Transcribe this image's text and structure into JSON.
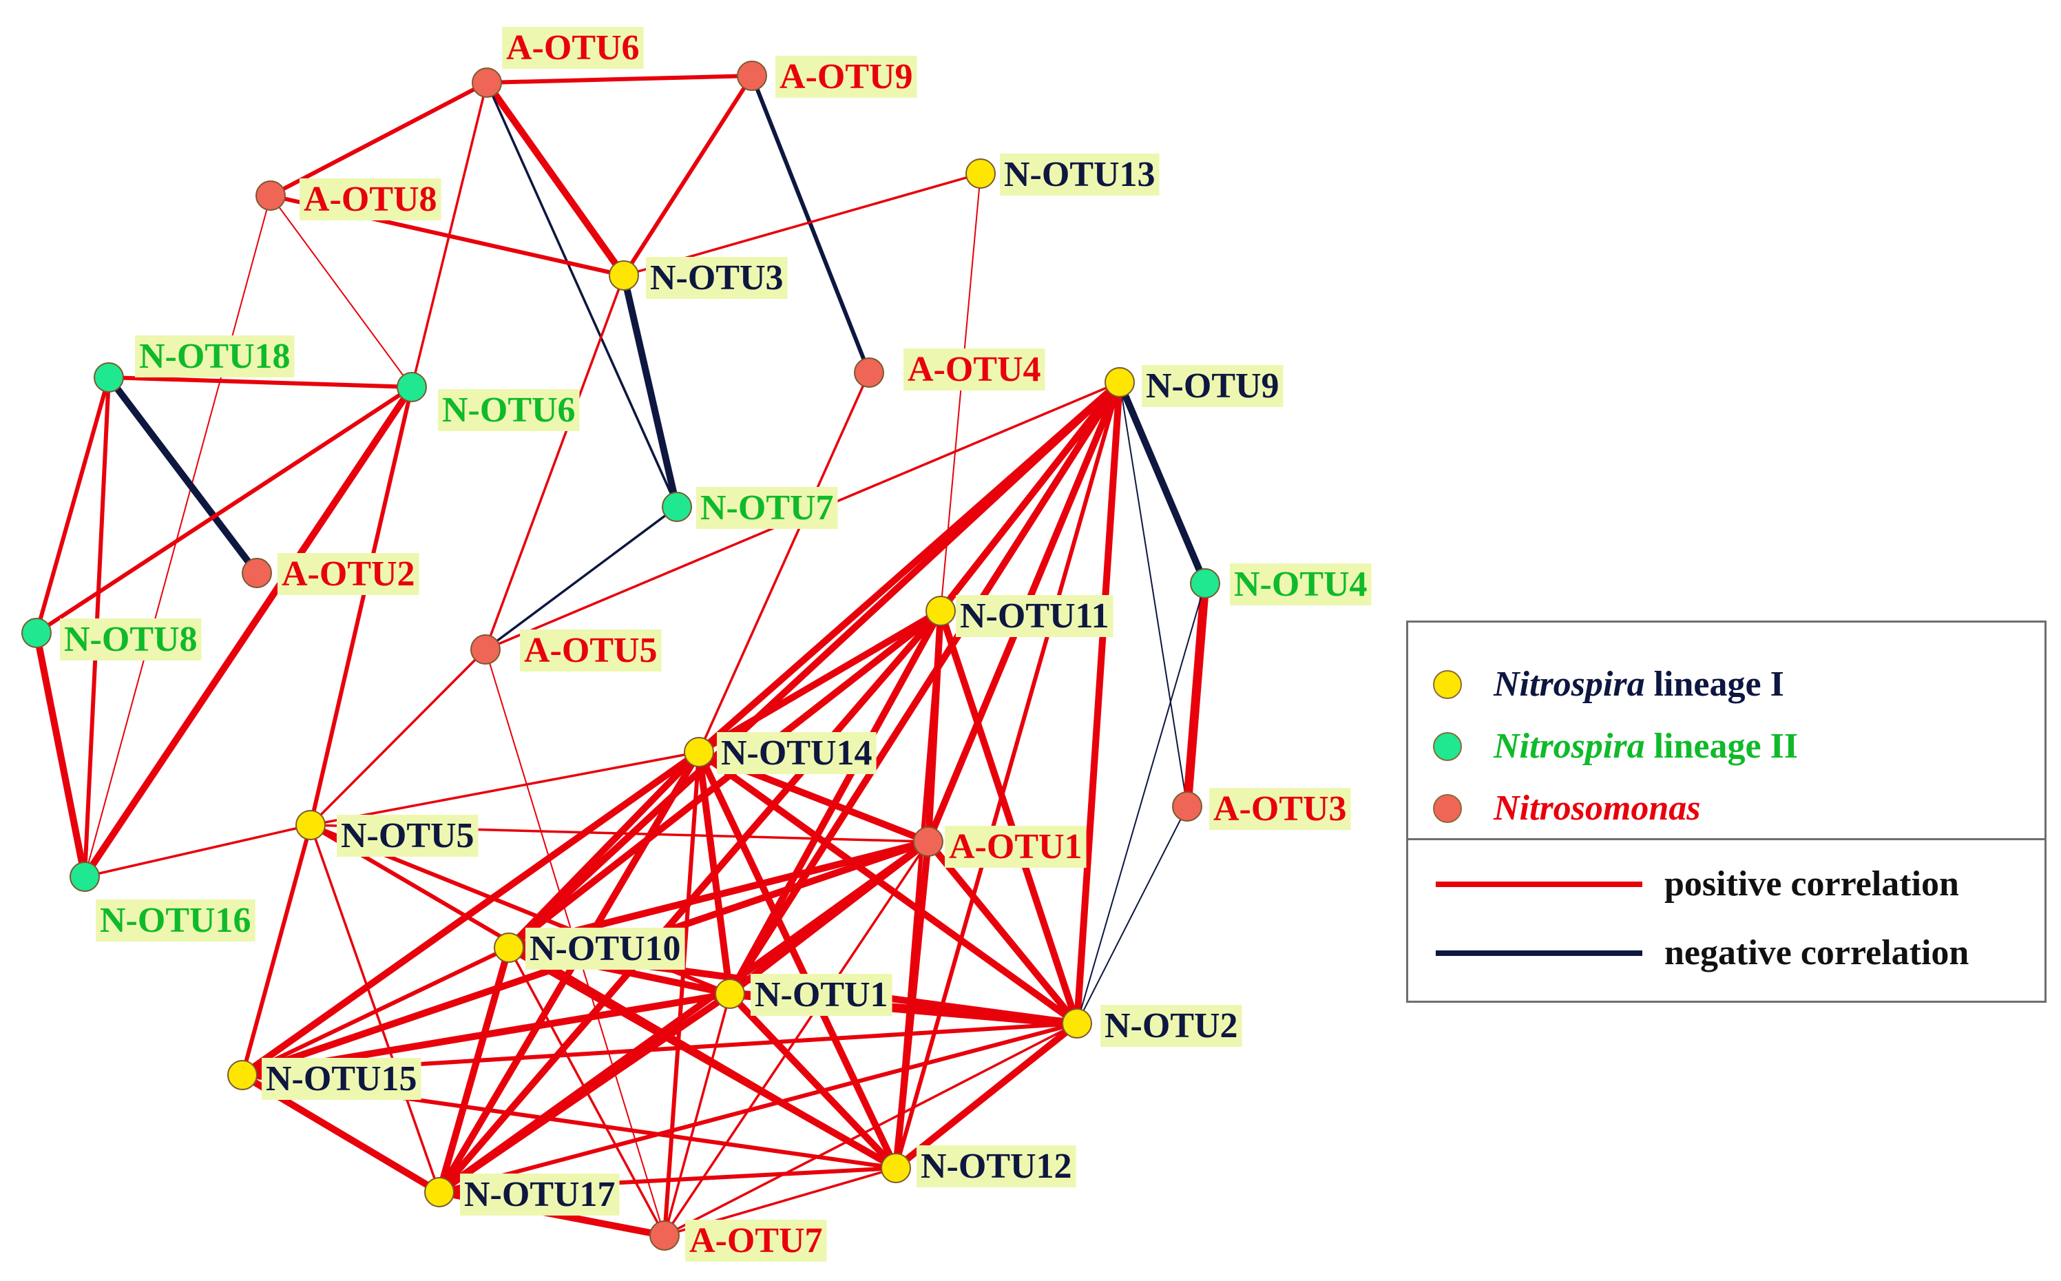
{
  "colors": {
    "lineage_I": "#ffe600",
    "lineage_II": "#1fe890",
    "nitrosomonas": "#f06656",
    "positive": "#e8000b",
    "negative": "#0d1740",
    "label_bg": "#eef7b0"
  },
  "nodes": [
    {
      "id": "A-OTU6",
      "group": "nitrosomonas"
    },
    {
      "id": "A-OTU9",
      "group": "nitrosomonas"
    },
    {
      "id": "A-OTU8",
      "group": "nitrosomonas"
    },
    {
      "id": "N-OTU13",
      "group": "lineage_I"
    },
    {
      "id": "N-OTU3",
      "group": "lineage_I"
    },
    {
      "id": "N-OTU18",
      "group": "lineage_II"
    },
    {
      "id": "N-OTU6",
      "group": "lineage_II"
    },
    {
      "id": "A-OTU4",
      "group": "nitrosomonas"
    },
    {
      "id": "N-OTU9",
      "group": "lineage_I"
    },
    {
      "id": "N-OTU7",
      "group": "lineage_II"
    },
    {
      "id": "A-OTU2",
      "group": "nitrosomonas"
    },
    {
      "id": "N-OTU4",
      "group": "lineage_II"
    },
    {
      "id": "N-OTU8",
      "group": "lineage_II"
    },
    {
      "id": "N-OTU11",
      "group": "lineage_I"
    },
    {
      "id": "A-OTU5",
      "group": "nitrosomonas"
    },
    {
      "id": "N-OTU14",
      "group": "lineage_I"
    },
    {
      "id": "A-OTU3",
      "group": "nitrosomonas"
    },
    {
      "id": "N-OTU5",
      "group": "lineage_I"
    },
    {
      "id": "A-OTU1",
      "group": "nitrosomonas"
    },
    {
      "id": "N-OTU16",
      "group": "lineage_II"
    },
    {
      "id": "N-OTU10",
      "group": "lineage_I"
    },
    {
      "id": "N-OTU1",
      "group": "lineage_I"
    },
    {
      "id": "N-OTU2",
      "group": "lineage_I"
    },
    {
      "id": "N-OTU15",
      "group": "lineage_I"
    },
    {
      "id": "N-OTU12",
      "group": "lineage_I"
    },
    {
      "id": "N-OTU17",
      "group": "lineage_I"
    },
    {
      "id": "A-OTU7",
      "group": "nitrosomonas"
    }
  ],
  "edges": [
    {
      "source": "A-OTU6",
      "target": "A-OTU9",
      "sign": "positive",
      "strength": 2
    },
    {
      "source": "A-OTU6",
      "target": "A-OTU8",
      "sign": "positive",
      "strength": 2
    },
    {
      "source": "A-OTU6",
      "target": "N-OTU3",
      "sign": "positive",
      "strength": 3
    },
    {
      "source": "A-OTU6",
      "target": "N-OTU6",
      "sign": "positive",
      "strength": 1
    },
    {
      "source": "A-OTU6",
      "target": "N-OTU7",
      "sign": "negative",
      "strength": 1
    },
    {
      "source": "A-OTU9",
      "target": "N-OTU3",
      "sign": "positive",
      "strength": 2
    },
    {
      "source": "A-OTU9",
      "target": "A-OTU4",
      "sign": "negative",
      "strength": 2
    },
    {
      "source": "A-OTU8",
      "target": "N-OTU3",
      "sign": "positive",
      "strength": 2
    },
    {
      "source": "A-OTU8",
      "target": "N-OTU6",
      "sign": "positive",
      "strength": 0.5
    },
    {
      "source": "A-OTU8",
      "target": "N-OTU16",
      "sign": "positive",
      "strength": 0.5
    },
    {
      "source": "N-OTU13",
      "target": "N-OTU3",
      "sign": "positive",
      "strength": 1
    },
    {
      "source": "N-OTU13",
      "target": "N-OTU11",
      "sign": "positive",
      "strength": 0.5
    },
    {
      "source": "N-OTU3",
      "target": "N-OTU7",
      "sign": "negative",
      "strength": 3
    },
    {
      "source": "N-OTU3",
      "target": "A-OTU5",
      "sign": "positive",
      "strength": 1
    },
    {
      "source": "N-OTU18",
      "target": "N-OTU6",
      "sign": "positive",
      "strength": 2
    },
    {
      "source": "N-OTU18",
      "target": "A-OTU2",
      "sign": "negative",
      "strength": 3
    },
    {
      "source": "N-OTU18",
      "target": "N-OTU8",
      "sign": "positive",
      "strength": 2
    },
    {
      "source": "N-OTU18",
      "target": "N-OTU16",
      "sign": "positive",
      "strength": 2
    },
    {
      "source": "N-OTU6",
      "target": "N-OTU8",
      "sign": "positive",
      "strength": 2
    },
    {
      "source": "N-OTU6",
      "target": "N-OTU16",
      "sign": "positive",
      "strength": 3
    },
    {
      "source": "N-OTU6",
      "target": "N-OTU5",
      "sign": "positive",
      "strength": 2
    },
    {
      "source": "N-OTU8",
      "target": "N-OTU16",
      "sign": "positive",
      "strength": 3
    },
    {
      "source": "A-OTU4",
      "target": "N-OTU14",
      "sign": "positive",
      "strength": 1
    },
    {
      "source": "N-OTU9",
      "target": "N-OTU4",
      "sign": "negative",
      "strength": 3
    },
    {
      "source": "N-OTU9",
      "target": "A-OTU3",
      "sign": "negative",
      "strength": 0.5
    },
    {
      "source": "N-OTU9",
      "target": "N-OTU2",
      "sign": "positive",
      "strength": 3
    },
    {
      "source": "N-OTU9",
      "target": "N-OTU11",
      "sign": "positive",
      "strength": 3
    },
    {
      "source": "N-OTU9",
      "target": "N-OTU14",
      "sign": "positive",
      "strength": 3
    },
    {
      "source": "N-OTU9",
      "target": "A-OTU1",
      "sign": "positive",
      "strength": 3
    },
    {
      "source": "N-OTU9",
      "target": "N-OTU10",
      "sign": "positive",
      "strength": 3
    },
    {
      "source": "N-OTU9",
      "target": "N-OTU1",
      "sign": "positive",
      "strength": 3
    },
    {
      "source": "N-OTU9",
      "target": "N-OTU12",
      "sign": "positive",
      "strength": 2
    },
    {
      "source": "N-OTU9",
      "target": "A-OTU5",
      "sign": "positive",
      "strength": 1
    },
    {
      "source": "N-OTU7",
      "target": "A-OTU5",
      "sign": "negative",
      "strength": 1
    },
    {
      "source": "N-OTU4",
      "target": "A-OTU3",
      "sign": "positive",
      "strength": 4
    },
    {
      "source": "N-OTU4",
      "target": "N-OTU2",
      "sign": "negative",
      "strength": 0.5
    },
    {
      "source": "N-OTU11",
      "target": "N-OTU14",
      "sign": "positive",
      "strength": 3
    },
    {
      "source": "N-OTU11",
      "target": "A-OTU1",
      "sign": "positive",
      "strength": 3
    },
    {
      "source": "N-OTU11",
      "target": "N-OTU10",
      "sign": "positive",
      "strength": 3
    },
    {
      "source": "N-OTU11",
      "target": "N-OTU1",
      "sign": "positive",
      "strength": 3
    },
    {
      "source": "N-OTU11",
      "target": "N-OTU2",
      "sign": "positive",
      "strength": 3
    },
    {
      "source": "N-OTU11",
      "target": "N-OTU17",
      "sign": "positive",
      "strength": 3
    },
    {
      "source": "N-OTU11",
      "target": "N-OTU12",
      "sign": "positive",
      "strength": 2
    },
    {
      "source": "A-OTU5",
      "target": "N-OTU5",
      "sign": "positive",
      "strength": 1
    },
    {
      "source": "A-OTU5",
      "target": "A-OTU7",
      "sign": "positive",
      "strength": 0.5
    },
    {
      "source": "A-OTU3",
      "target": "N-OTU2",
      "sign": "negative",
      "strength": 0.5
    },
    {
      "source": "N-OTU14",
      "target": "N-OTU5",
      "sign": "positive",
      "strength": 1
    },
    {
      "source": "N-OTU14",
      "target": "A-OTU1",
      "sign": "positive",
      "strength": 3
    },
    {
      "source": "N-OTU14",
      "target": "N-OTU10",
      "sign": "positive",
      "strength": 3
    },
    {
      "source": "N-OTU14",
      "target": "N-OTU1",
      "sign": "positive",
      "strength": 3
    },
    {
      "source": "N-OTU14",
      "target": "N-OTU2",
      "sign": "positive",
      "strength": 3
    },
    {
      "source": "N-OTU14",
      "target": "N-OTU15",
      "sign": "positive",
      "strength": 3
    },
    {
      "source": "N-OTU14",
      "target": "N-OTU17",
      "sign": "positive",
      "strength": 3
    },
    {
      "source": "N-OTU14",
      "target": "N-OTU12",
      "sign": "positive",
      "strength": 3
    },
    {
      "source": "N-OTU14",
      "target": "A-OTU7",
      "sign": "positive",
      "strength": 2
    },
    {
      "source": "N-OTU5",
      "target": "A-OTU1",
      "sign": "positive",
      "strength": 1
    },
    {
      "source": "N-OTU5",
      "target": "N-OTU16",
      "sign": "positive",
      "strength": 1
    },
    {
      "source": "N-OTU5",
      "target": "N-OTU15",
      "sign": "positive",
      "strength": 2
    },
    {
      "source": "N-OTU5",
      "target": "N-OTU17",
      "sign": "positive",
      "strength": 1
    },
    {
      "source": "N-OTU5",
      "target": "N-OTU1",
      "sign": "positive",
      "strength": 2
    },
    {
      "source": "N-OTU5",
      "target": "N-OTU12",
      "sign": "positive",
      "strength": 2
    },
    {
      "source": "A-OTU1",
      "target": "N-OTU10",
      "sign": "positive",
      "strength": 3
    },
    {
      "source": "A-OTU1",
      "target": "N-OTU1",
      "sign": "positive",
      "strength": 3
    },
    {
      "source": "A-OTU1",
      "target": "N-OTU2",
      "sign": "positive",
      "strength": 3
    },
    {
      "source": "A-OTU1",
      "target": "N-OTU15",
      "sign": "positive",
      "strength": 3
    },
    {
      "source": "A-OTU1",
      "target": "N-OTU17",
      "sign": "positive",
      "strength": 3
    },
    {
      "source": "A-OTU1",
      "target": "N-OTU12",
      "sign": "positive",
      "strength": 3
    },
    {
      "source": "A-OTU1",
      "target": "A-OTU7",
      "sign": "positive",
      "strength": 1
    },
    {
      "source": "N-OTU10",
      "target": "N-OTU1",
      "sign": "positive",
      "strength": 3
    },
    {
      "source": "N-OTU10",
      "target": "N-OTU2",
      "sign": "positive",
      "strength": 3
    },
    {
      "source": "N-OTU10",
      "target": "N-OTU15",
      "sign": "positive",
      "strength": 2
    },
    {
      "source": "N-OTU10",
      "target": "N-OTU17",
      "sign": "positive",
      "strength": 3
    },
    {
      "source": "N-OTU10",
      "target": "N-OTU12",
      "sign": "positive",
      "strength": 3
    },
    {
      "source": "N-OTU10",
      "target": "A-OTU7",
      "sign": "positive",
      "strength": 1
    },
    {
      "source": "N-OTU1",
      "target": "N-OTU2",
      "sign": "positive",
      "strength": 4
    },
    {
      "source": "N-OTU1",
      "target": "N-OTU15",
      "sign": "positive",
      "strength": 3
    },
    {
      "source": "N-OTU1",
      "target": "N-OTU17",
      "sign": "positive",
      "strength": 3
    },
    {
      "source": "N-OTU1",
      "target": "N-OTU12",
      "sign": "positive",
      "strength": 3
    },
    {
      "source": "N-OTU1",
      "target": "A-OTU7",
      "sign": "positive",
      "strength": 1
    },
    {
      "source": "N-OTU2",
      "target": "N-OTU15",
      "sign": "positive",
      "strength": 2
    },
    {
      "source": "N-OTU2",
      "target": "N-OTU17",
      "sign": "positive",
      "strength": 2
    },
    {
      "source": "N-OTU2",
      "target": "N-OTU12",
      "sign": "positive",
      "strength": 3
    },
    {
      "source": "N-OTU2",
      "target": "A-OTU7",
      "sign": "positive",
      "strength": 1
    },
    {
      "source": "N-OTU15",
      "target": "N-OTU17",
      "sign": "positive",
      "strength": 3
    },
    {
      "source": "N-OTU15",
      "target": "N-OTU12",
      "sign": "positive",
      "strength": 2
    },
    {
      "source": "N-OTU17",
      "target": "N-OTU12",
      "sign": "positive",
      "strength": 2
    },
    {
      "source": "N-OTU17",
      "target": "A-OTU7",
      "sign": "positive",
      "strength": 3
    },
    {
      "source": "N-OTU12",
      "target": "A-OTU7",
      "sign": "positive",
      "strength": 1
    }
  ],
  "legend": {
    "lineage_I": {
      "italic": "Nitrospira",
      "rest": " lineage I"
    },
    "lineage_II": {
      "italic": "Nitrospira",
      "rest": " lineage II"
    },
    "nitrosomonas": {
      "italic": "Nitrosomonas",
      "rest": ""
    },
    "positive": "positive correlation",
    "negative": "negative correlation"
  }
}
